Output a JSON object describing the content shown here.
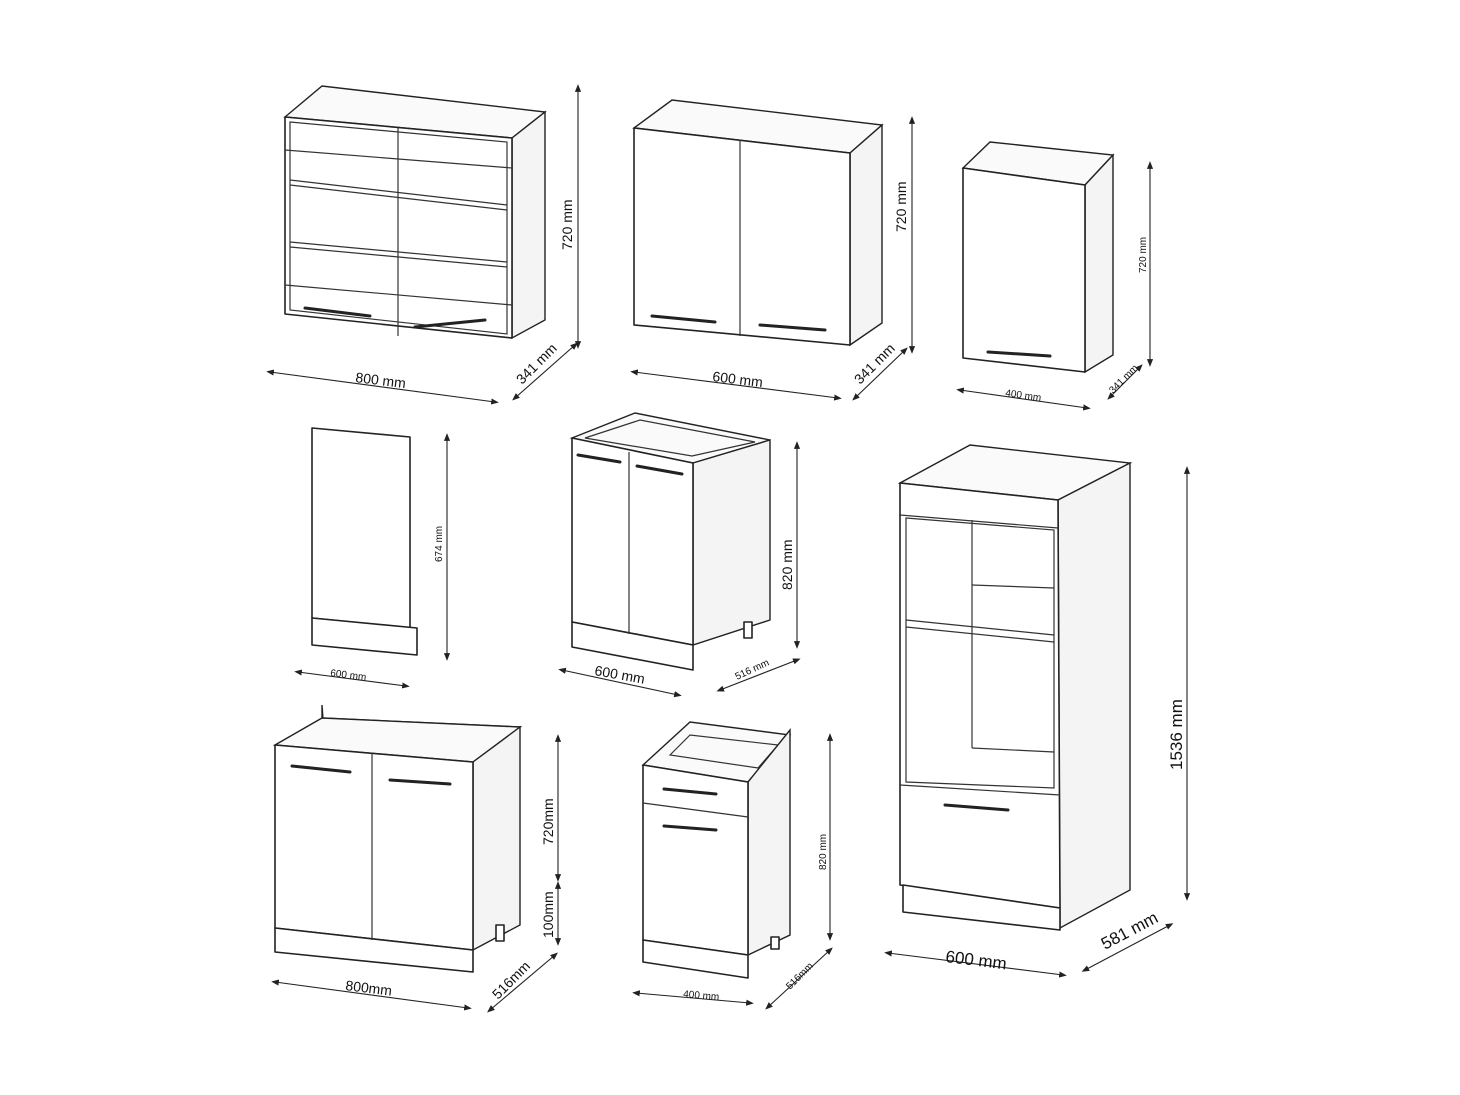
{
  "colors": {
    "line": "#222222",
    "background": "#ffffff"
  },
  "cabinets": [
    {
      "name": "glass-wall-cabinet",
      "width": "800 mm",
      "depth": "341 mm",
      "height": "720 mm"
    },
    {
      "name": "wall-cabinet-two-door",
      "width": "600 mm",
      "depth": "341 mm",
      "height": "720 mm"
    },
    {
      "name": "wall-cabinet-single",
      "width": "400 mm",
      "depth": "341 mm",
      "height": "720 mm"
    },
    {
      "name": "dishwasher-panel",
      "width": "600 mm",
      "height": "674 mm"
    },
    {
      "name": "base-cabinet-two-door",
      "width": "600 mm",
      "depth": "516 mm",
      "height": "820 mm"
    },
    {
      "name": "tall-oven-cabinet",
      "width": "600 mm",
      "depth": "581 mm",
      "height": "1536 mm"
    },
    {
      "name": "sink-base-cabinet",
      "width": "800mm",
      "depth": "516mm",
      "height": "720mm",
      "plinth": "100mm"
    },
    {
      "name": "drawer-base-cabinet",
      "width": "400 mm",
      "depth": "516mm",
      "height": "820 mm"
    }
  ]
}
